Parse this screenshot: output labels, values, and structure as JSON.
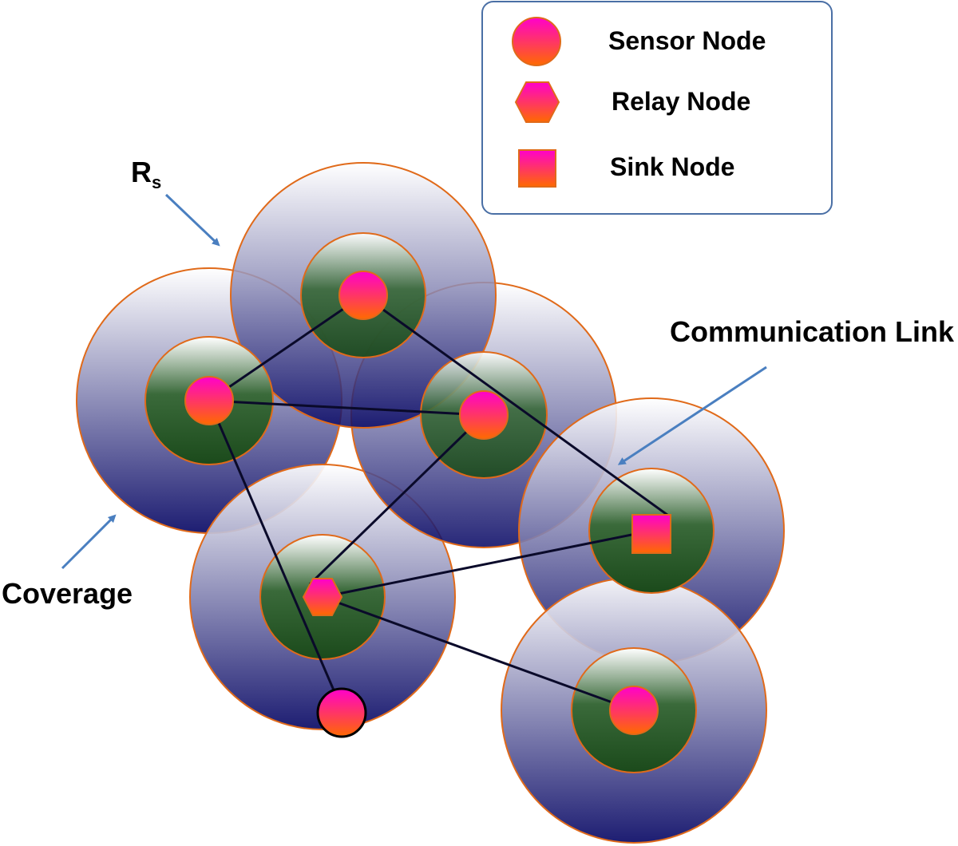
{
  "legend": {
    "items": [
      {
        "label": "Sensor Node",
        "shape": "circle"
      },
      {
        "label": "Relay Node",
        "shape": "hexagon"
      },
      {
        "label": "Sink Node",
        "shape": "square"
      }
    ]
  },
  "annotations": {
    "rs_main": "R",
    "rs_sub": "s",
    "communication_link": "Communication Link",
    "coverage": "Coverage"
  },
  "colors": {
    "node_top": "#ff00cc",
    "node_bottom": "#ff6a00",
    "outer_top": "#ffffff",
    "outer_bottom": "#0a0a66",
    "inner_top": "#ffffff",
    "inner_mid": "#3a6a3a",
    "inner_bottom": "#1b4a1b",
    "ring_stroke": "#e06a1a",
    "arrow": "#4a7fc0",
    "link": "#0a0a2a"
  }
}
